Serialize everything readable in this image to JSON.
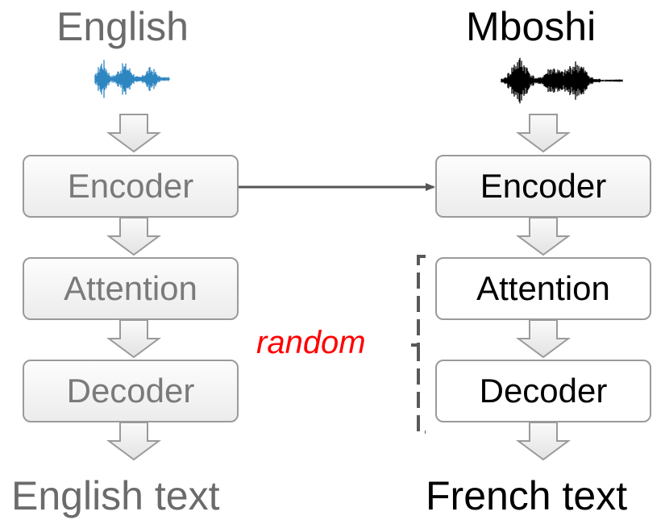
{
  "left_column": {
    "input_label": "English",
    "encoder": "Encoder",
    "attention": "Attention",
    "decoder": "Decoder",
    "output_label": "English text"
  },
  "right_column": {
    "input_label": "Mboshi",
    "encoder": "Encoder",
    "attention": "Attention",
    "decoder": "Decoder",
    "output_label": "French text"
  },
  "bracket_label": "random",
  "colors": {
    "left_text": "#6b6b6b",
    "right_text": "#000000",
    "waveform_left": "#2e86c1",
    "waveform_right": "#000000",
    "random_label": "#ff0000",
    "connector": "#555555",
    "bracket": "#595959"
  }
}
